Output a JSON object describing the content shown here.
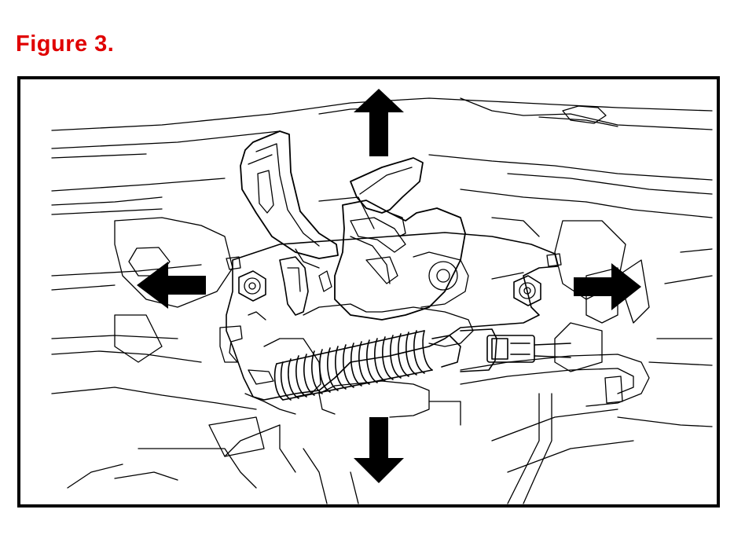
{
  "figure": {
    "title": "Figure 3.",
    "title_color": "#e00000"
  },
  "diagram": {
    "subject": "hood-latch-assembly",
    "arrows": [
      "up",
      "left",
      "right",
      "down"
    ],
    "line_color": "#000000",
    "background": "#ffffff"
  }
}
